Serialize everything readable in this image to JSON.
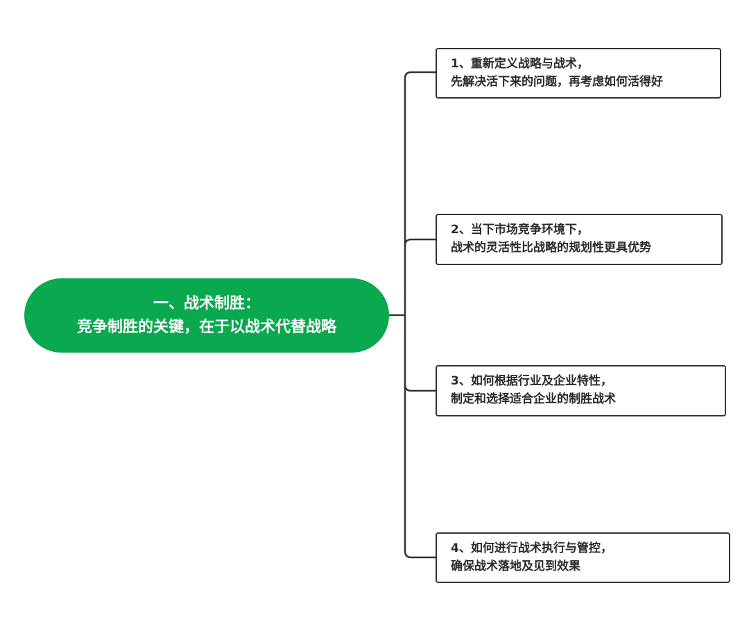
{
  "root": {
    "line1": "一、战术制胜：",
    "line2": "竞争制胜的关键，在于以战术代替战略"
  },
  "children": [
    {
      "line1": "1、重新定义战略与战术，",
      "line2": "先解决活下来的问题，再考虑如何活得好"
    },
    {
      "line1": "2、当下市场竞争环境下，",
      "line2": "战术的灵活性比战略的规划性更具优势"
    },
    {
      "line1": "3、如何根据行业及企业特性，",
      "line2": "制定和选择适合企业的制胜战术"
    },
    {
      "line1": "4、如何进行战术执行与管控，",
      "line2": "确保战术落地及见到效果"
    }
  ],
  "colors": {
    "root_fill": "#0aa84f",
    "root_text": "#ffffff",
    "connector": "#333333",
    "child_border": "#333333",
    "child_text": "#2a2a2a"
  }
}
